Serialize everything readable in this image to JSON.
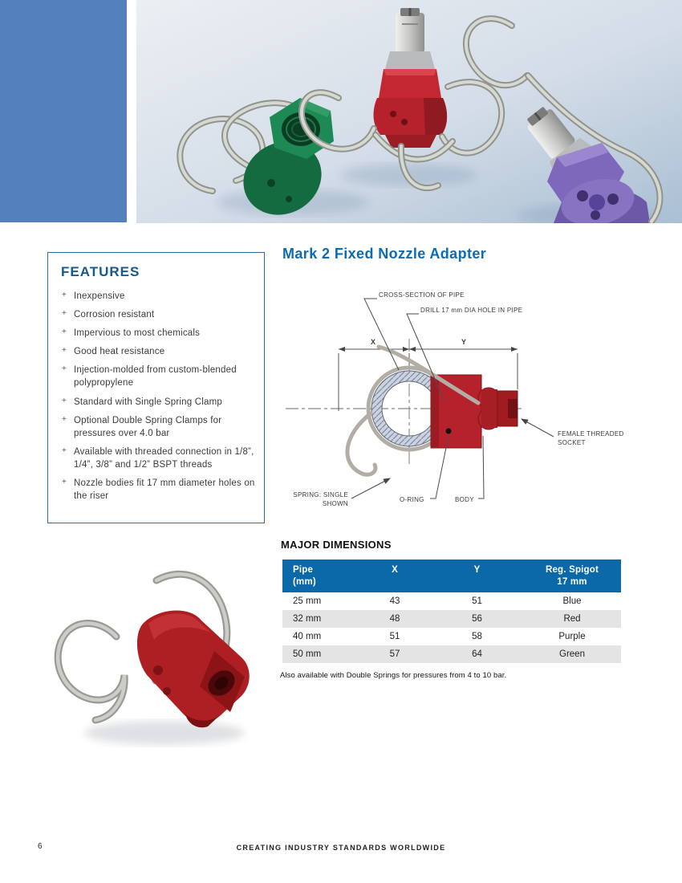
{
  "title": "Mark 2 Fixed Nozzle Adapter",
  "features": {
    "heading": "FEATURES",
    "items": [
      "Inexpensive",
      "Corrosion resistant",
      "Impervious to most chemicals",
      "Good heat resistance",
      "Injection-molded from custom-blended polypropylene",
      "Standard with Single Spring Clamp",
      "Optional Double Spring Clamps for pressures over 4.0 bar",
      "Available with threaded connection in 1/8”, 1/4”, 3/8” and 1/2” BSPT threads",
      "Nozzle bodies fit 17 mm diameter holes on the riser"
    ]
  },
  "diagram": {
    "labels": {
      "cross_section": "CROSS-SECTION OF PIPE",
      "drill": "DRILL 17 mm DIA HOLE IN PIPE",
      "dim_x": "X",
      "dim_y": "Y",
      "female_socket": [
        "FEMALE THREADED",
        "SOCKET"
      ],
      "spring": [
        "SPRING: SINGLE",
        "SHOWN"
      ],
      "o_ring": "O-RING",
      "body": "BODY"
    }
  },
  "dimensions_table": {
    "heading": "MAJOR DIMENSIONS",
    "columns": {
      "pipe": [
        "Pipe",
        "(mm)"
      ],
      "x": "X",
      "y": "Y",
      "spigot": [
        "Reg. Spigot",
        "17 mm"
      ]
    },
    "rows": [
      {
        "pipe": "25 mm",
        "x": "43",
        "y": "51",
        "spigot": "Blue"
      },
      {
        "pipe": "32 mm",
        "x": "48",
        "y": "56",
        "spigot": "Red"
      },
      {
        "pipe": "40 mm",
        "x": "51",
        "y": "58",
        "spigot": "Purple"
      },
      {
        "pipe": "50 mm",
        "x": "57",
        "y": "64",
        "spigot": "Green"
      }
    ],
    "note": "Also available with Double Springs for pressures from 4 to 10 bar."
  },
  "footer": {
    "page_number": "6",
    "tagline": "CREATING INDUSTRY STANDARDS WORLDWIDE"
  },
  "colors": {
    "accent_panel_blue": "#5480bc",
    "title_blue": "#0d6cb0",
    "features_heading_blue": "#155a8e",
    "table_header_bg": "#0b69a9",
    "table_row_alt": "#e4e4e4",
    "drawing_red": "#b5222b",
    "product_red": "#ad1f23",
    "product_green": "#1d8050",
    "product_purple": "#7e68bb",
    "spring_wire_gray": "#b6b6b0"
  }
}
